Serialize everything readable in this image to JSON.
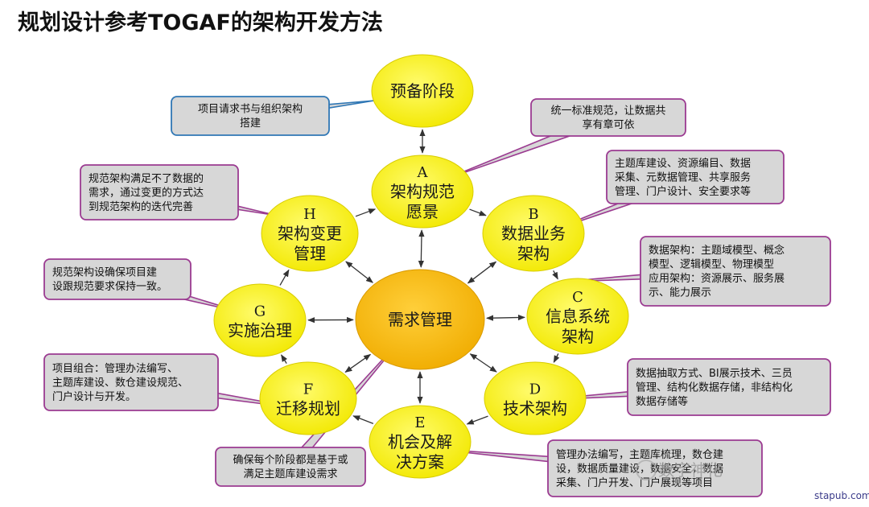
{
  "title": "规划设计参考TOGAF的架构开发方法",
  "center": {
    "label": "需求管理"
  },
  "phases": [
    {
      "id": "prelim",
      "letter": "",
      "lines": [
        "预备阶段"
      ]
    },
    {
      "id": "A",
      "letter": "A",
      "lines": [
        "架构规范",
        "愿景"
      ]
    },
    {
      "id": "B",
      "letter": "B",
      "lines": [
        "数据业务",
        "架构"
      ]
    },
    {
      "id": "C",
      "letter": "C",
      "lines": [
        "信息系统",
        "架构"
      ]
    },
    {
      "id": "D",
      "letter": "D",
      "lines": [
        "技术架构"
      ]
    },
    {
      "id": "E",
      "letter": "E",
      "lines": [
        "机会及解",
        "决方案"
      ]
    },
    {
      "id": "F",
      "letter": "F",
      "lines": [
        "迁移规划"
      ]
    },
    {
      "id": "G",
      "letter": "G",
      "lines": [
        "实施治理"
      ]
    },
    {
      "id": "H",
      "letter": "H",
      "lines": [
        "架构变更",
        "管理"
      ]
    }
  ],
  "callouts": [
    {
      "id": "prelim",
      "lines": [
        "项目请求书与组织架构",
        "搭建"
      ]
    },
    {
      "id": "A",
      "lines": [
        "统一标准规范，让数据共",
        "享有章可依"
      ]
    },
    {
      "id": "B",
      "lines": [
        "主题库建设、资源编目、数据",
        "采集、元数据管理、共享服务",
        "管理、门户设计、安全要求等"
      ]
    },
    {
      "id": "C",
      "lines": [
        "数据架构：主题域模型、概念",
        "模型、逻辑模型、物理模型",
        "应用架构：资源展示、服务展",
        "示、能力展示"
      ]
    },
    {
      "id": "D",
      "lines": [
        "数据抽取方式、BI展示技术、三员",
        "管理、结构化数据存储，非结构化",
        "数据存储等"
      ]
    },
    {
      "id": "E",
      "lines": [
        "管理办法编写，主题库梳理，数仓建",
        "设，数据质量建设，数据安全，数据",
        "采集、门户开发、门户展现等项目"
      ]
    },
    {
      "id": "F",
      "lines": [
        "项目组合：管理办法编写、",
        "主题库建设、数仓建设规范、",
        "门户设计与开发。"
      ]
    },
    {
      "id": "G",
      "lines": [
        "规范架构设确保项目建",
        "设跟规范要求保持一致。"
      ]
    },
    {
      "id": "H",
      "lines": [
        "规范架构满足不了数据的",
        "需求，通过变更的方式达",
        "到规范架构的迭代完善"
      ]
    },
    {
      "id": "center",
      "lines": [
        "确保每个阶段都是基于或",
        "满足主题库建设需求"
      ]
    }
  ],
  "watermark": "数字神化",
  "site": "stapub.com",
  "colors": {
    "node_fill": "#f7f21a",
    "center_fill": "#f6b90c",
    "callout_fill": "#d7d7d7",
    "callout_border_purple": "#9b3b91",
    "callout_border_blue": "#2f77b5"
  }
}
